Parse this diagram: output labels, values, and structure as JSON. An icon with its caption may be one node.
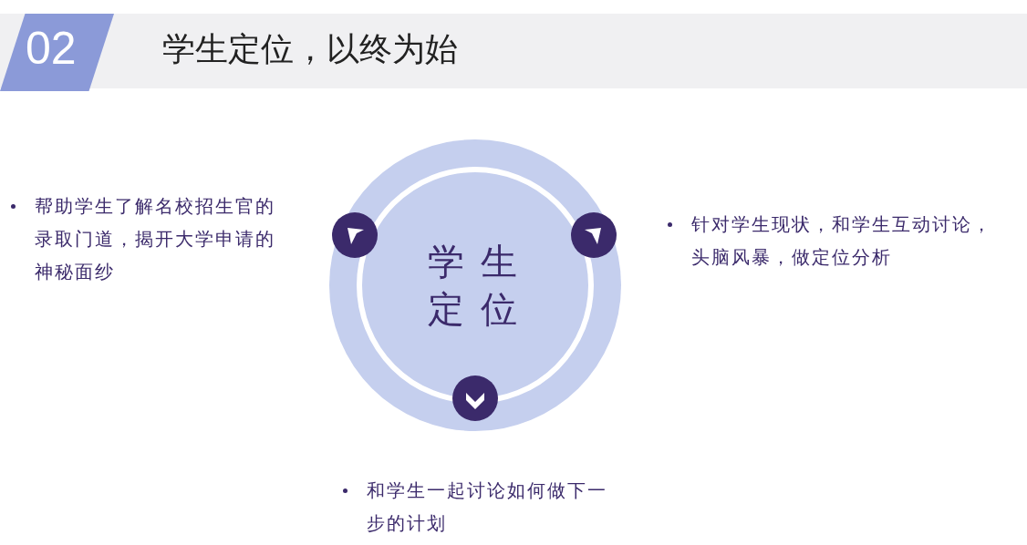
{
  "diagram": {
    "title": "学生定位，以终为始",
    "nodes": [
      {
        "text": [
          "学生定位"
        ]
      }
    ],
    "labels": [
      "02",
      "帮助学生了解名校招生官的录取门道，揭开大学申请的神秘面纱",
      "针对学生现状，和学生互动讨论，头脑风暴，做定位分析",
      "和学生一起讨论如何做下一步的计划"
    ]
  }
}
